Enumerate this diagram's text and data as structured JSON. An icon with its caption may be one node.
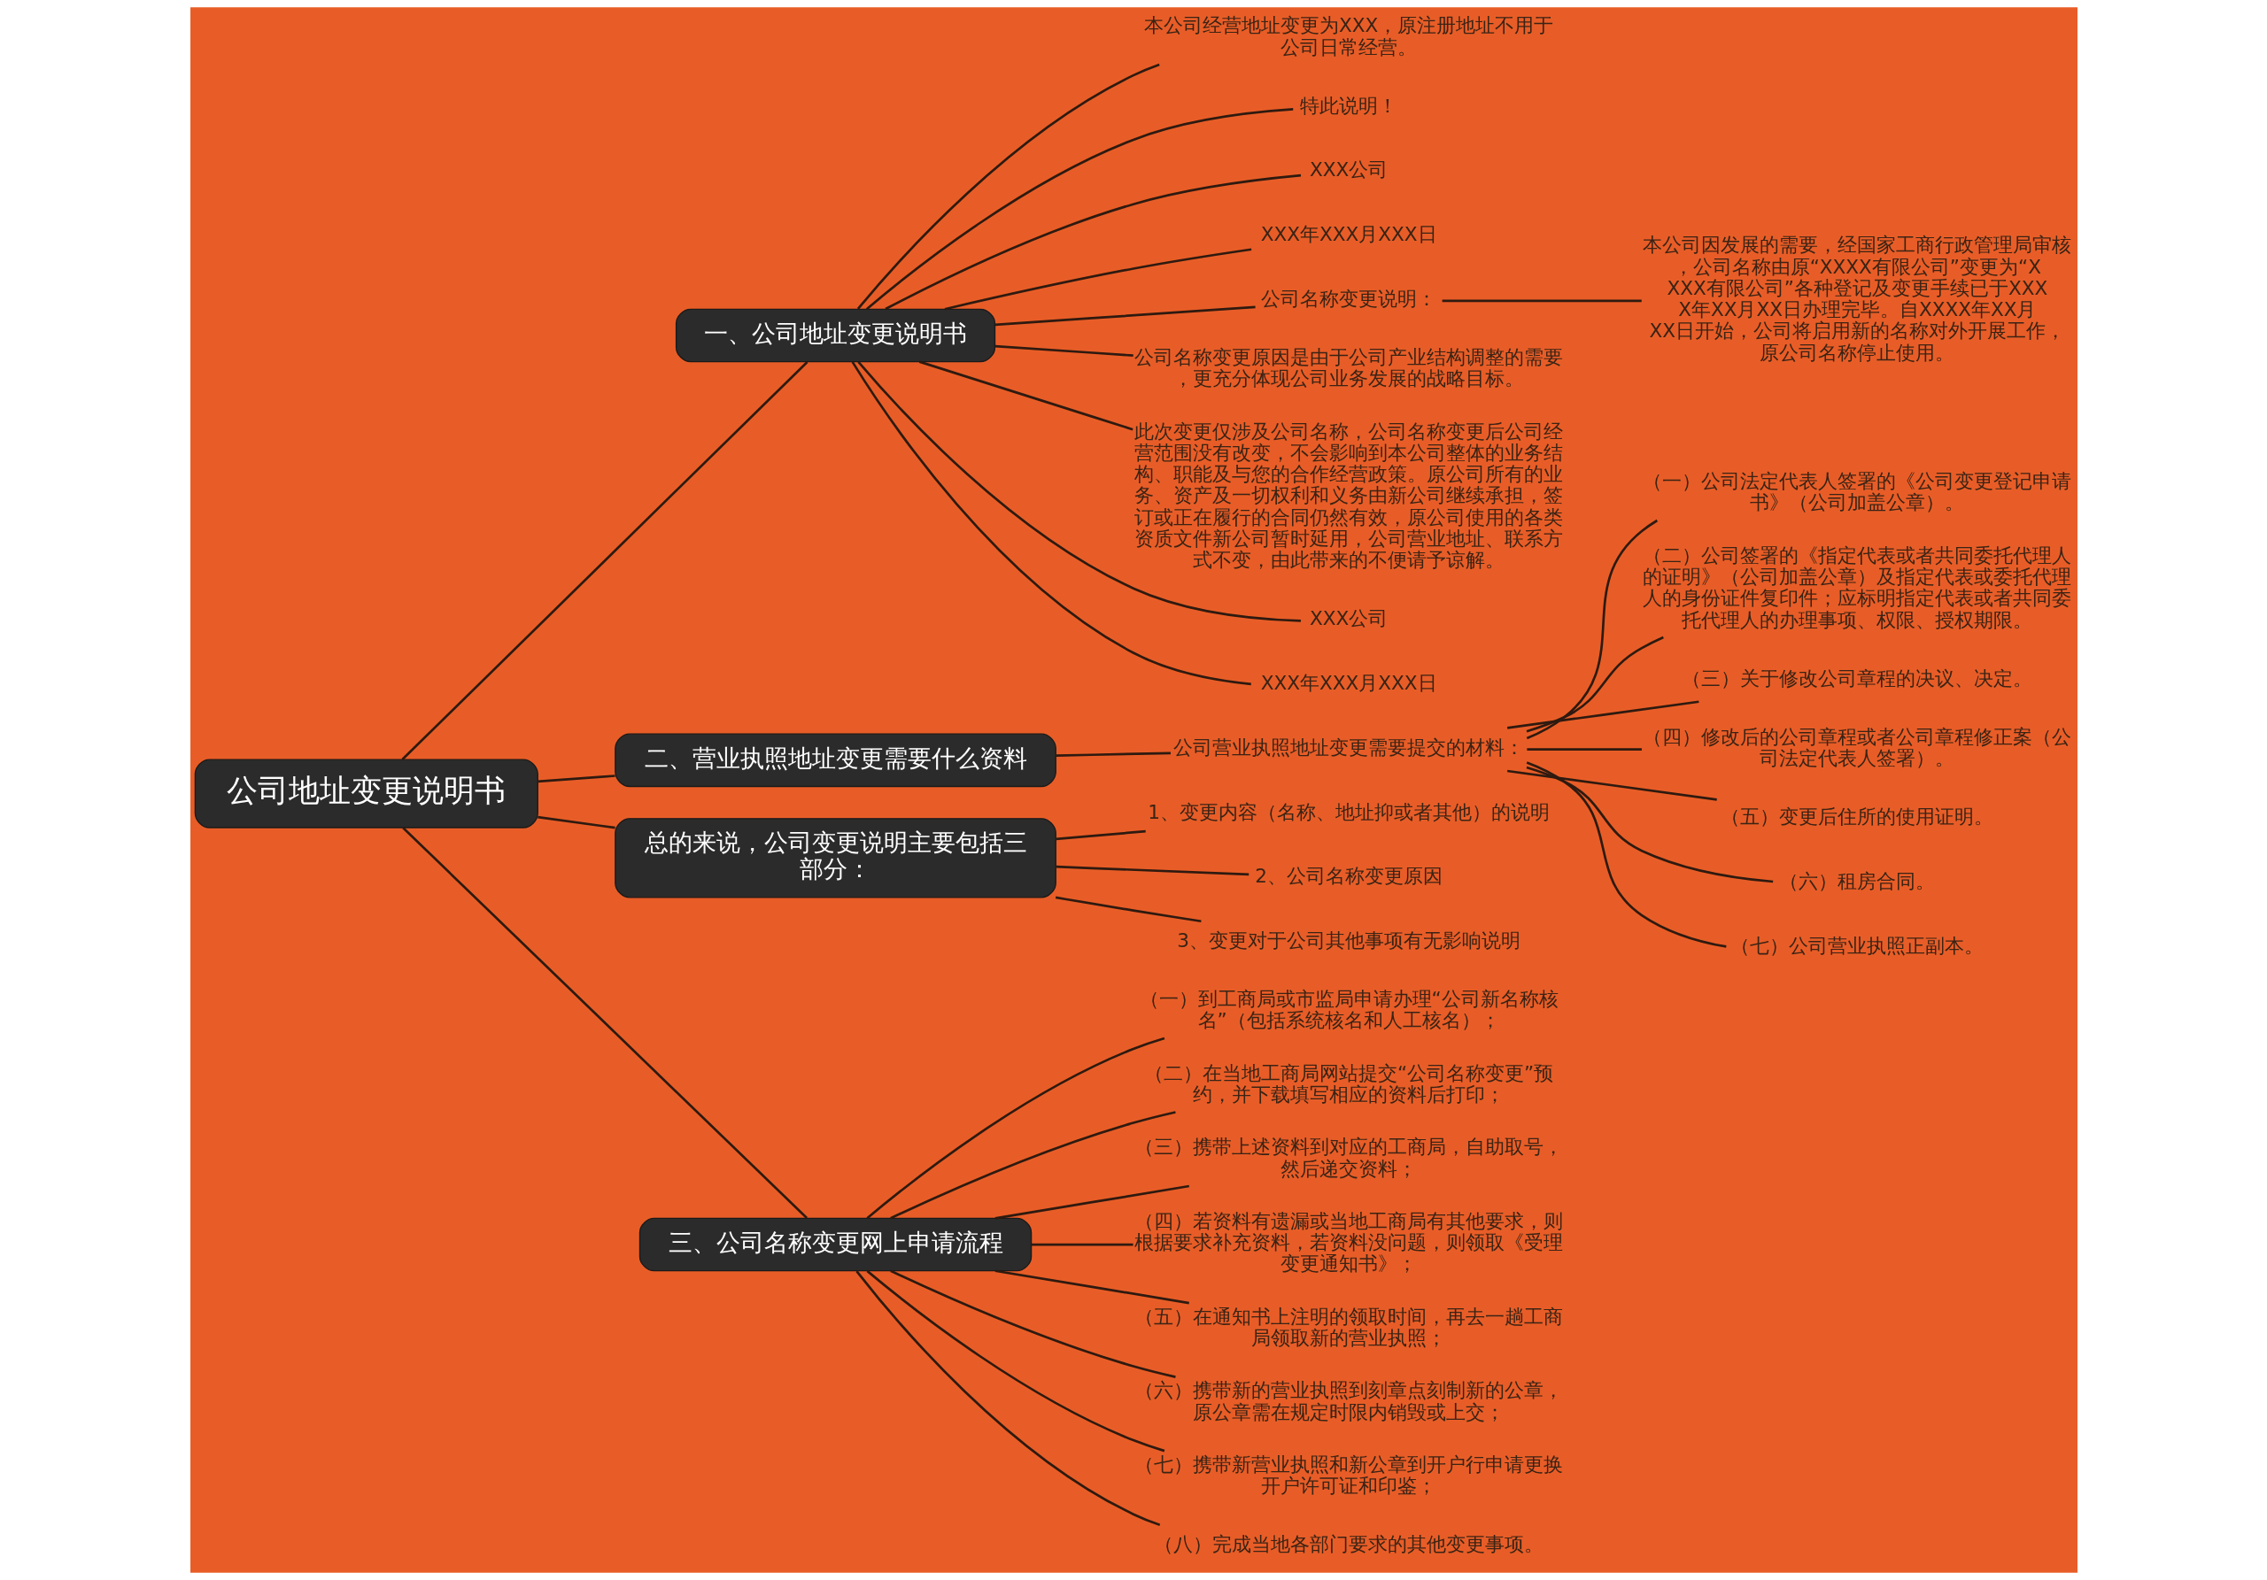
{
  "diagram": {
    "nodes": [
      {
        "text": [
          "公司地址变更说明书"
        ]
      },
      {
        "text": [
          "一、公司地址变更说明书"
        ]
      },
      {
        "text": [
          "本公司经营地址变更为XXX，原注册地址不用于公司日常经营。"
        ]
      },
      {
        "text": [
          "特此说明！"
        ]
      },
      {
        "text": [
          "XXX公司"
        ]
      },
      {
        "text": [
          "XXX年XXX月XXX日"
        ]
      },
      {
        "text": [
          "公司名称变更说明："
        ]
      },
      {
        "text": [
          "本公司因发展的需要，经国家工商行政管理局审核，公司名称由原“XXXX有限公司”变更为“XXXX有限公司”各种登记及变更手续已于XXXX年XX月XX日办理完毕。自XXXX年XX月XX日开始，公司将启用新的名称对外开展工作，原公司名称停止使用。"
        ]
      },
      {
        "text": [
          "公司名称变更原因是由于公司产业结构调整的需要，更充分体现公司业务发展的战略目标。"
        ]
      },
      {
        "text": [
          "此次变更仅涉及公司名称，公司名称变更后公司经营范围没有改变，不会影响到本公司整体的业务结构、职能及与您的合作经营政策。原公司所有的业务、资产及一切权利和义务由新公司继续承担，签订或正在履行的合同仍然有效，原公司使用的各类资质文件新公司暂时延用，公司营业地址、联系方式不变，由此带来的不便请予谅解。"
        ]
      },
      {
        "text": [
          "XXX公司"
        ]
      },
      {
        "text": [
          "XXX年XXX月XXX日"
        ]
      },
      {
        "text": [
          "二、营业执照地址变更需要什么资料"
        ]
      },
      {
        "text": [
          "公司营业执照地址变更需要提交的材料："
        ]
      },
      {
        "text": [
          "（一）公司法定代表人签署的《公司变更登记申请书》（公司加盖公章）。"
        ]
      },
      {
        "text": [
          "（二）公司签署的《指定代表或者共同委托代理人的证明》（公司加盖公章）及指定代表或委托代理人的身份证件复印件；应标明指定代表或者共同委托代理人的办理事项、权限、授权期限。"
        ]
      },
      {
        "text": [
          "（三）关于修改公司章程的决议、决定。"
        ]
      },
      {
        "text": [
          "（四）修改后的公司章程或者公司章程修正案（公司法定代表人签署）。"
        ]
      },
      {
        "text": [
          "（五）变更后住所的使用证明。"
        ]
      },
      {
        "text": [
          "（六）租房合同。"
        ]
      },
      {
        "text": [
          "（七）公司营业执照正副本。"
        ]
      },
      {
        "text": [
          "总的来说，公司变更说明主要包括三部分："
        ]
      },
      {
        "text": [
          "1、变更内容（名称、地址抑或者其他）的说明"
        ]
      },
      {
        "text": [
          "2、公司名称变更原因"
        ]
      },
      {
        "text": [
          "3、变更对于公司其他事项有无影响说明"
        ]
      },
      {
        "text": [
          "三、公司名称变更网上申请流程"
        ]
      },
      {
        "text": [
          "（一）到工商局或市监局申请办理“公司新名称核名”（包括系统核名和人工核名）；"
        ]
      },
      {
        "text": [
          "（二）在当地工商局网站提交“公司名称变更”预约，并下载填写相应的资料后打印；"
        ]
      },
      {
        "text": [
          "（三）携带上述资料到对应的工商局，自助取号，然后递交资料；"
        ]
      },
      {
        "text": [
          "（四）若资料有遗漏或当地工商局有其他要求，则根据要求补充资料，若资料没问题，则领取《受理变更通知书》；"
        ]
      },
      {
        "text": [
          "（五）在通知书上注明的领取时间，再去一趟工商局领取新的营业执照；"
        ]
      },
      {
        "text": [
          "（六）携带新的营业执照到刻章点刻制新的公章，原公章需在规定时限内销毁或上交；"
        ]
      },
      {
        "text": [
          "（七）携带新营业执照和新公章到开户行申请更换开户许可证和印鉴；"
        ]
      },
      {
        "text": [
          "（八）完成当地各部门要求的其他变更事项。"
        ]
      }
    ],
    "edges": [
      {
        "from": 0,
        "to": 1,
        "arrow": "none"
      },
      {
        "from": 1,
        "to": 2,
        "arrow": "none"
      },
      {
        "from": 1,
        "to": 3,
        "arrow": "none"
      },
      {
        "from": 1,
        "to": 4,
        "arrow": "none"
      },
      {
        "from": 1,
        "to": 5,
        "arrow": "none"
      },
      {
        "from": 1,
        "to": 6,
        "arrow": "none"
      },
      {
        "from": 6,
        "to": 7,
        "arrow": "none"
      },
      {
        "from": 1,
        "to": 8,
        "arrow": "none"
      },
      {
        "from": 1,
        "to": 9,
        "arrow": "none"
      },
      {
        "from": 1,
        "to": 10,
        "arrow": "none"
      },
      {
        "from": 1,
        "to": 11,
        "arrow": "none"
      },
      {
        "from": 0,
        "to": 12,
        "arrow": "none"
      },
      {
        "from": 12,
        "to": 13,
        "arrow": "none"
      },
      {
        "from": 13,
        "to": 14,
        "arrow": "none"
      },
      {
        "from": 13,
        "to": 15,
        "arrow": "none"
      },
      {
        "from": 13,
        "to": 16,
        "arrow": "none"
      },
      {
        "from": 13,
        "to": 17,
        "arrow": "none"
      },
      {
        "from": 13,
        "to": 18,
        "arrow": "none"
      },
      {
        "from": 13,
        "to": 19,
        "arrow": "none"
      },
      {
        "from": 13,
        "to": 20,
        "arrow": "none"
      },
      {
        "from": 0,
        "to": 21,
        "arrow": "none"
      },
      {
        "from": 21,
        "to": 22,
        "arrow": "none"
      },
      {
        "from": 21,
        "to": 23,
        "arrow": "none"
      },
      {
        "from": 21,
        "to": 24,
        "arrow": "none"
      },
      {
        "from": 0,
        "to": 25,
        "arrow": "none"
      },
      {
        "from": 25,
        "to": 26,
        "arrow": "none"
      },
      {
        "from": 25,
        "to": 27,
        "arrow": "none"
      },
      {
        "from": 25,
        "to": 28,
        "arrow": "none"
      },
      {
        "from": 25,
        "to": 29,
        "arrow": "none"
      },
      {
        "from": 25,
        "to": 30,
        "arrow": "none"
      },
      {
        "from": 25,
        "to": 31,
        "arrow": "none"
      },
      {
        "from": 25,
        "to": 32,
        "arrow": "none"
      },
      {
        "from": 25,
        "to": 33,
        "arrow": "none"
      }
    ]
  }
}
